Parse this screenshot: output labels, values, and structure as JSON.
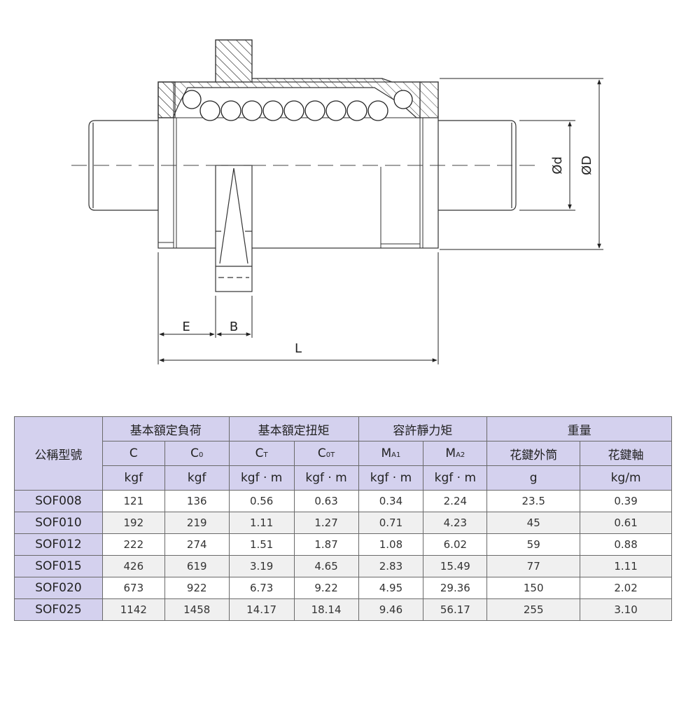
{
  "diagram": {
    "labels": {
      "E": "E",
      "B": "B",
      "L": "L",
      "shaft_dia": "Ød",
      "outer_dia": "ØD"
    }
  },
  "table": {
    "model_header": "公稱型號",
    "groups": [
      "基本額定負荷",
      "基本額定扭矩",
      "容許靜力矩",
      "重量"
    ],
    "symbols": [
      {
        "main": "C",
        "sub": ""
      },
      {
        "main": "C",
        "sub": "0"
      },
      {
        "main": "C",
        "sub": "T"
      },
      {
        "main": "C",
        "sub": "0T"
      },
      {
        "main": "M",
        "sub": "A1"
      },
      {
        "main": "M",
        "sub": "A2"
      }
    ],
    "weight_cols": [
      "花鍵外筒",
      "花鍵軸"
    ],
    "units": [
      "kgf",
      "kgf",
      "kgf · m",
      "kgf · m",
      "kgf · m",
      "kgf · m",
      "g",
      "kg/m"
    ],
    "rows": [
      [
        "SOF008",
        "121",
        "136",
        "0.56",
        "0.63",
        "0.34",
        "2.24",
        "23.5",
        "0.39"
      ],
      [
        "SOF010",
        "192",
        "219",
        "1.11",
        "1.27",
        "0.71",
        "4.23",
        "45",
        "0.61"
      ],
      [
        "SOF012",
        "222",
        "274",
        "1.51",
        "1.87",
        "1.08",
        "6.02",
        "59",
        "0.88"
      ],
      [
        "SOF015",
        "426",
        "619",
        "3.19",
        "4.65",
        "2.83",
        "15.49",
        "77",
        "1.11"
      ],
      [
        "SOF020",
        "673",
        "922",
        "6.73",
        "9.22",
        "4.95",
        "29.36",
        "150",
        "2.02"
      ],
      [
        "SOF025",
        "1142",
        "1458",
        "14.17",
        "18.14",
        "9.46",
        "56.17",
        "255",
        "3.10"
      ]
    ]
  }
}
